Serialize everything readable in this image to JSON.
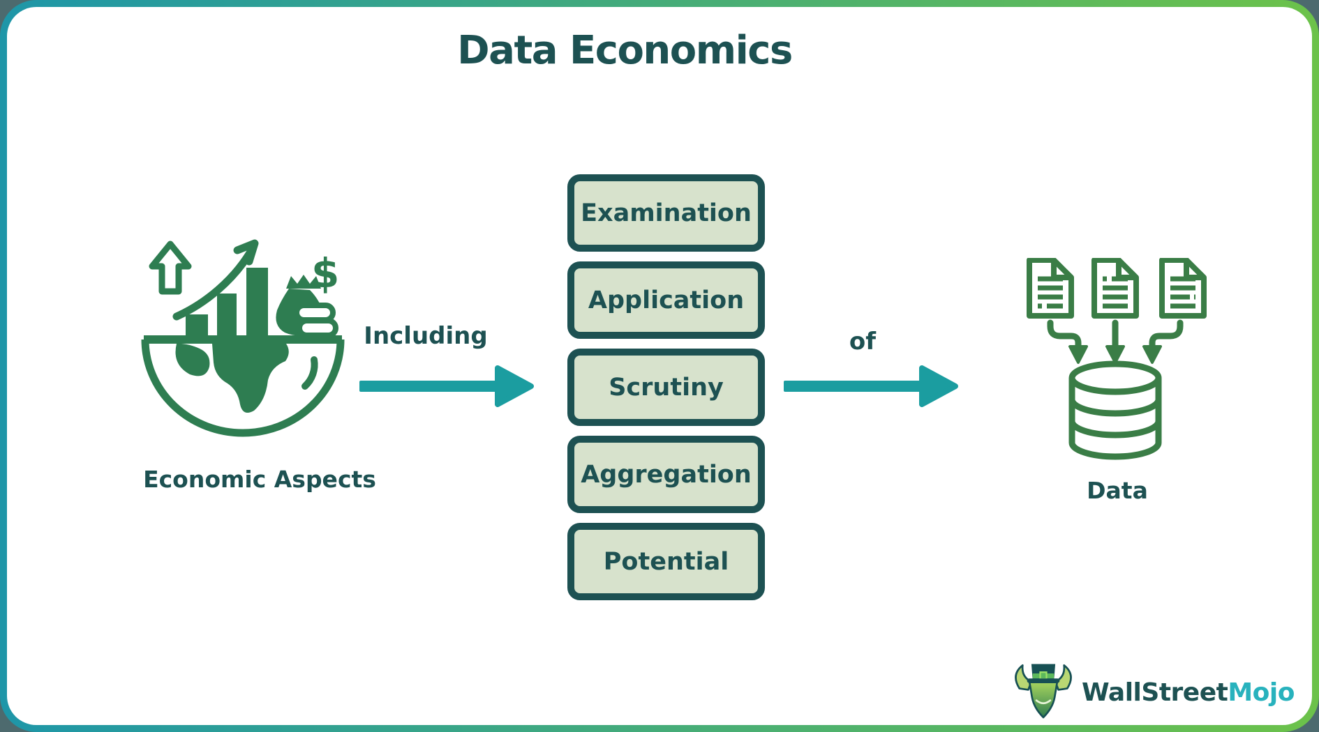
{
  "page": {
    "title": "Data Economics"
  },
  "flow": {
    "source": {
      "label": "Economic Aspects",
      "icon": "economic-growth-globe-icon",
      "dollar_glyph": "$"
    },
    "arrow_including": {
      "label": "Including"
    },
    "aspects": [
      "Examination",
      "Application",
      "Scrutiny",
      "Aggregation",
      "Potential"
    ],
    "arrow_of": {
      "label": "of"
    },
    "target": {
      "label": "Data",
      "icon": "documents-to-database-icon"
    }
  },
  "branding": {
    "logo_icon": "wallstreetmojo-bull-icon",
    "name_primary": "WallStreet",
    "name_secondary": "Mojo"
  },
  "colors": {
    "dark_teal": "#1d5152",
    "accent_teal": "#1b9da0",
    "icon_green": "#2e7d51",
    "outline_green": "#3a7d46",
    "box_fill": "#d7e2cc",
    "frame_gradient_start": "#1e96a8",
    "frame_gradient_end": "#6cc24a",
    "page_outside": "#4d6a6e",
    "brand_teal": "#28b2bd"
  }
}
